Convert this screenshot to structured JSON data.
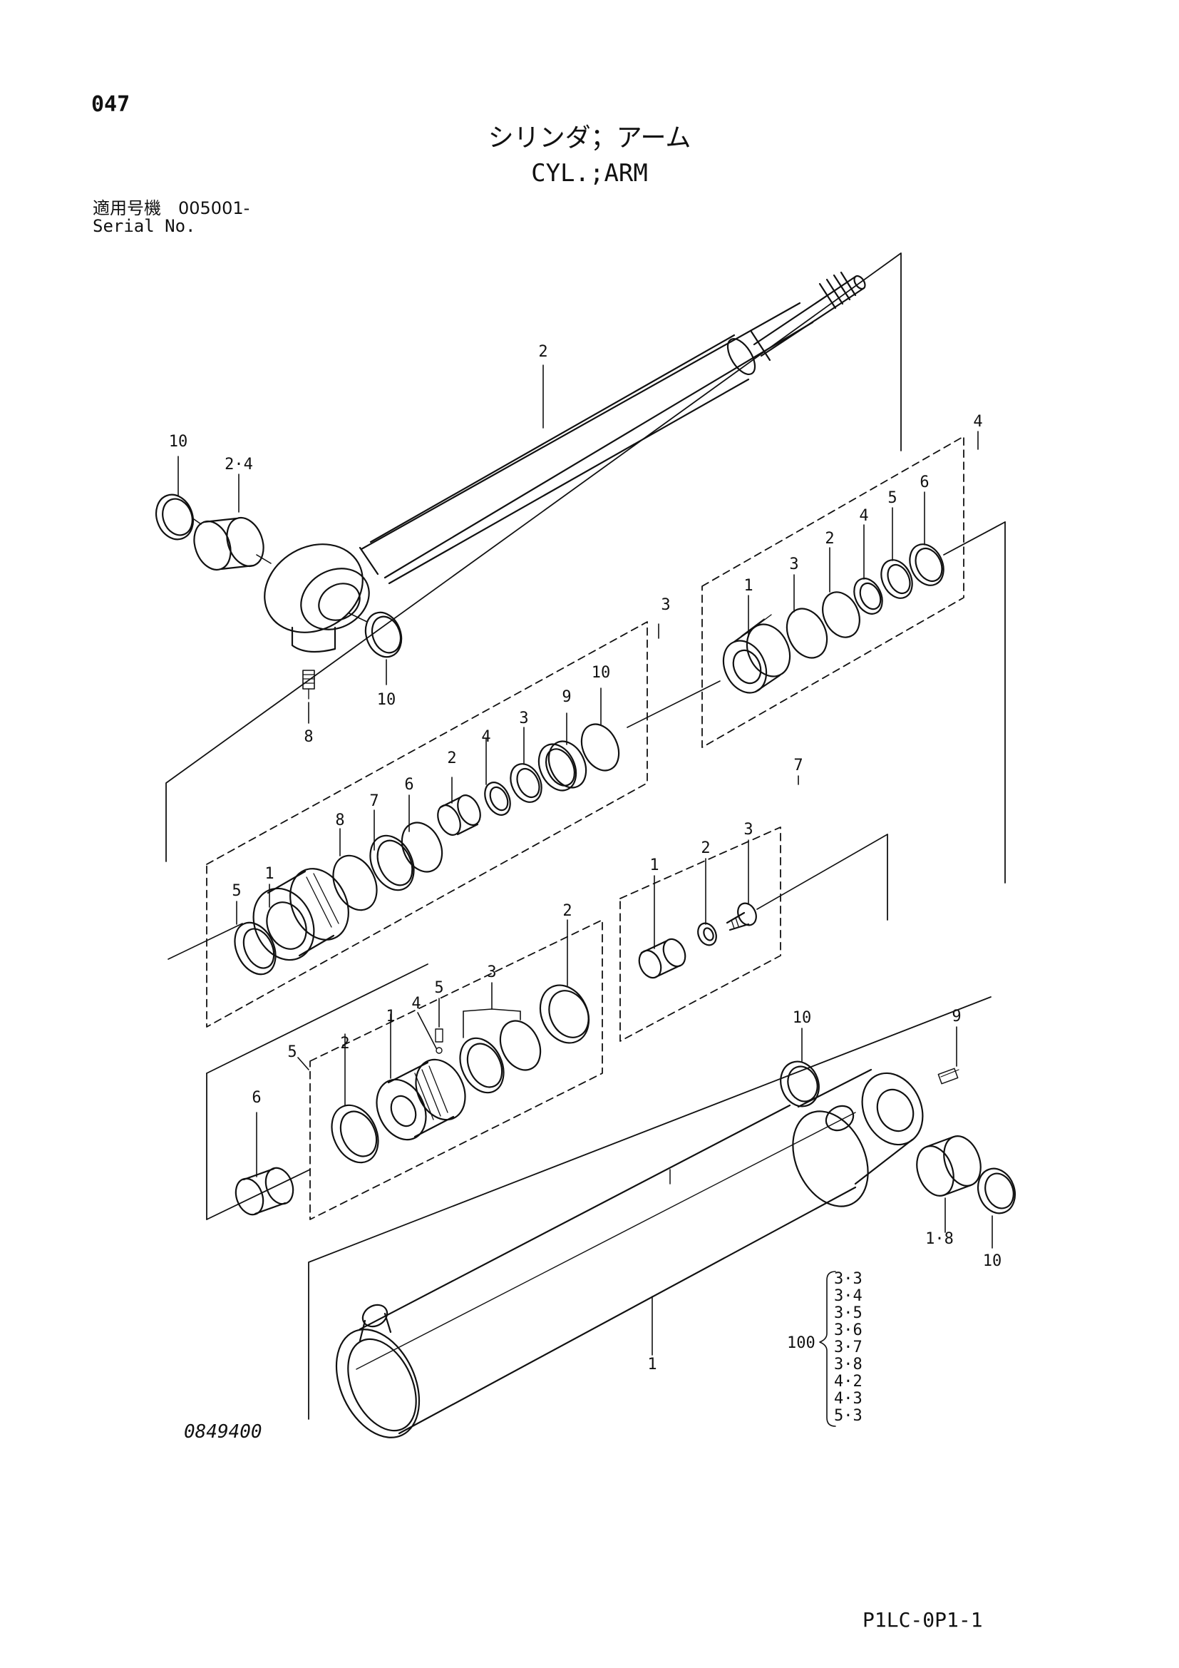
{
  "header": {
    "page_number": "047",
    "title_jp": "シリンダ；アーム",
    "title_en": "CYL.;ARM",
    "serial_label_jp": "適用号機　005001-",
    "serial_label_en": "Serial No."
  },
  "footer": {
    "drawing_number": "0849400",
    "page_code": "P1LC-0P1-1"
  },
  "labels": {
    "rod": "2",
    "rod_bushing": "2·4",
    "rod_ring_top": "10",
    "rod_ring_bottom": "10",
    "grease_fitting_rod": "8",
    "kit4": "4",
    "kit4_1": "1",
    "kit4_2": "2",
    "kit4_3": "3",
    "kit4_4": "4",
    "kit4_5": "5",
    "kit4_6": "6",
    "kit3": "3",
    "kit3_1": "1",
    "kit3_2": "2",
    "kit3_3": "3",
    "kit3_4": "4",
    "kit3_5": "5",
    "kit3_6": "6",
    "kit3_7": "7",
    "kit3_8": "8",
    "kit3_9": "9",
    "kit3_10": "10",
    "kit7": "7",
    "kit7_1": "1",
    "kit7_2": "2",
    "kit7_3": "3",
    "kit5": "5",
    "kit5_1": "1",
    "kit5_2a": "2",
    "kit5_2b": "2",
    "kit5_3": "3",
    "kit5_4": "4",
    "kit5_5": "5",
    "bushing_6": "6",
    "tube": "1",
    "tube_ring_top": "10",
    "tube_bushing": "1·8",
    "tube_ring_bottom": "10",
    "tube_fitting": "9",
    "seal_kit_number": "100",
    "seal_kit_items": [
      "3·3",
      "3·4",
      "3·5",
      "3·6",
      "3·7",
      "3·8",
      "4·2",
      "4·3",
      "5·3"
    ]
  }
}
